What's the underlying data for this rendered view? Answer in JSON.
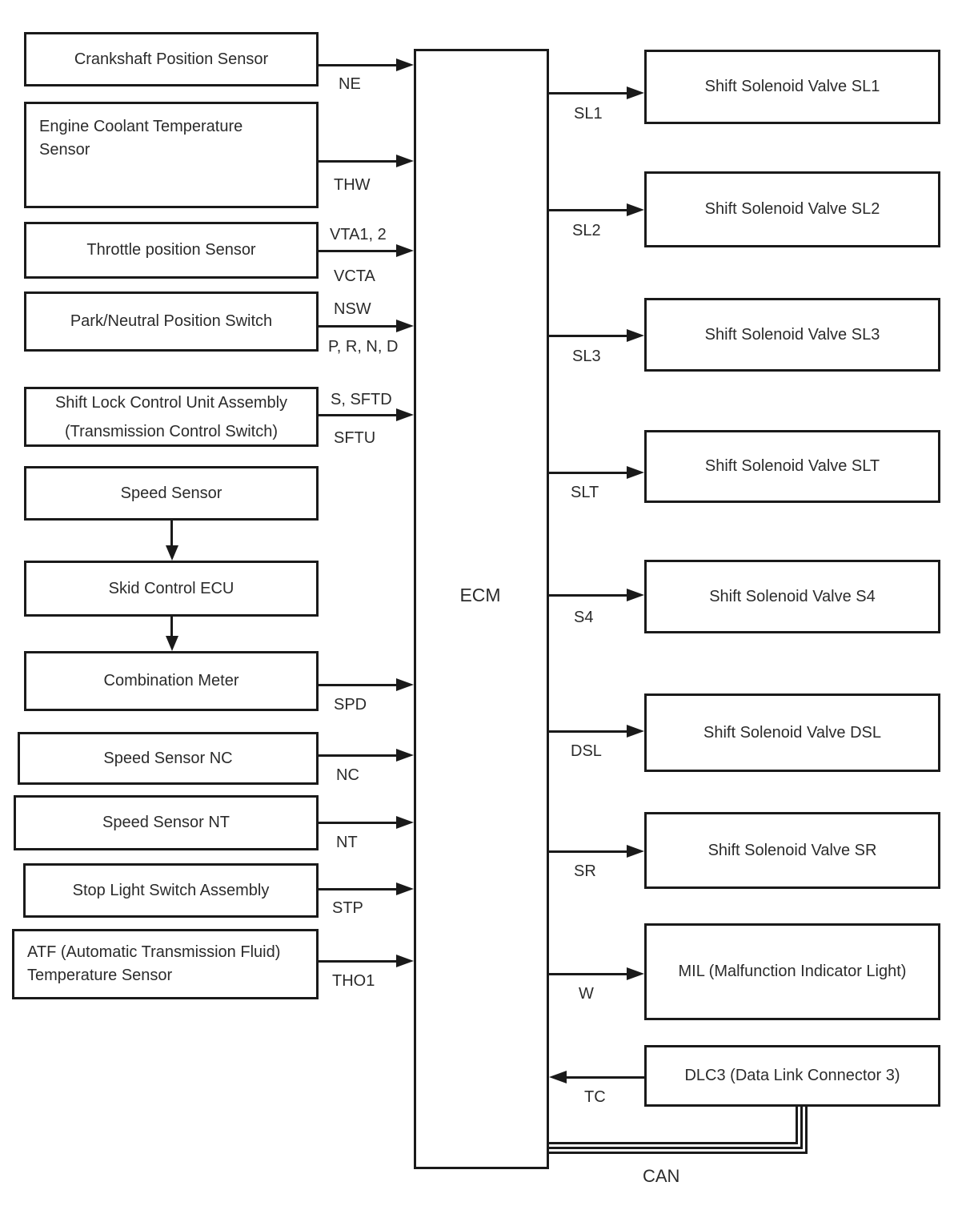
{
  "diagram_type": "ecm-input-output-block-diagram",
  "colors": {
    "line": "#1a1a1a",
    "text": "#2b2b2b",
    "background": "#ffffff"
  },
  "ecm": {
    "label": "ECM"
  },
  "left_nodes": [
    {
      "label": "Crankshaft Position Sensor"
    },
    {
      "label": "Engine Coolant Temperature Sensor"
    },
    {
      "label": "Throttle position Sensor"
    },
    {
      "label": "Park/Neutral Position Switch"
    },
    {
      "label": "Shift Lock Control Unit Assembly",
      "label2": "(Transmission Control Switch)"
    },
    {
      "label": "Speed Sensor"
    },
    {
      "label": "Skid Control ECU"
    },
    {
      "label": "Combination Meter"
    },
    {
      "label": "Speed Sensor NC"
    },
    {
      "label": "Speed Sensor NT"
    },
    {
      "label": "Stop Light Switch Assembly"
    },
    {
      "label": "ATF (Automatic Transmission Fluid) Temperature Sensor"
    }
  ],
  "right_nodes": [
    {
      "label": "Shift Solenoid Valve SL1"
    },
    {
      "label": "Shift Solenoid Valve SL2"
    },
    {
      "label": "Shift Solenoid Valve SL3"
    },
    {
      "label": "Shift Solenoid Valve SLT"
    },
    {
      "label": "Shift Solenoid Valve S4"
    },
    {
      "label": "Shift Solenoid Valve DSL"
    },
    {
      "label": "Shift Solenoid Valve SR"
    },
    {
      "label": "MIL (Malfunction Indicator Light)"
    },
    {
      "label": "DLC3 (Data Link Connector 3)"
    }
  ],
  "signals_left": [
    {
      "below": "NE"
    },
    {
      "below": "THW"
    },
    {
      "above": "VTA1, 2",
      "below": "VCTA"
    },
    {
      "above": "NSW",
      "below": "P, R, N, D"
    },
    {
      "above": "S, SFTD",
      "below": "SFTU"
    },
    {
      "below": "SPD"
    },
    {
      "below": "NC"
    },
    {
      "below": "NT"
    },
    {
      "below": "STP"
    },
    {
      "below": "THO1"
    }
  ],
  "signals_right": [
    {
      "below": "SL1"
    },
    {
      "below": "SL2"
    },
    {
      "below": "SL3"
    },
    {
      "below": "SLT"
    },
    {
      "below": "S4"
    },
    {
      "below": "DSL"
    },
    {
      "below": "SR"
    },
    {
      "below": "W"
    },
    {
      "below": "TC"
    }
  ],
  "bus_label": "CAN"
}
